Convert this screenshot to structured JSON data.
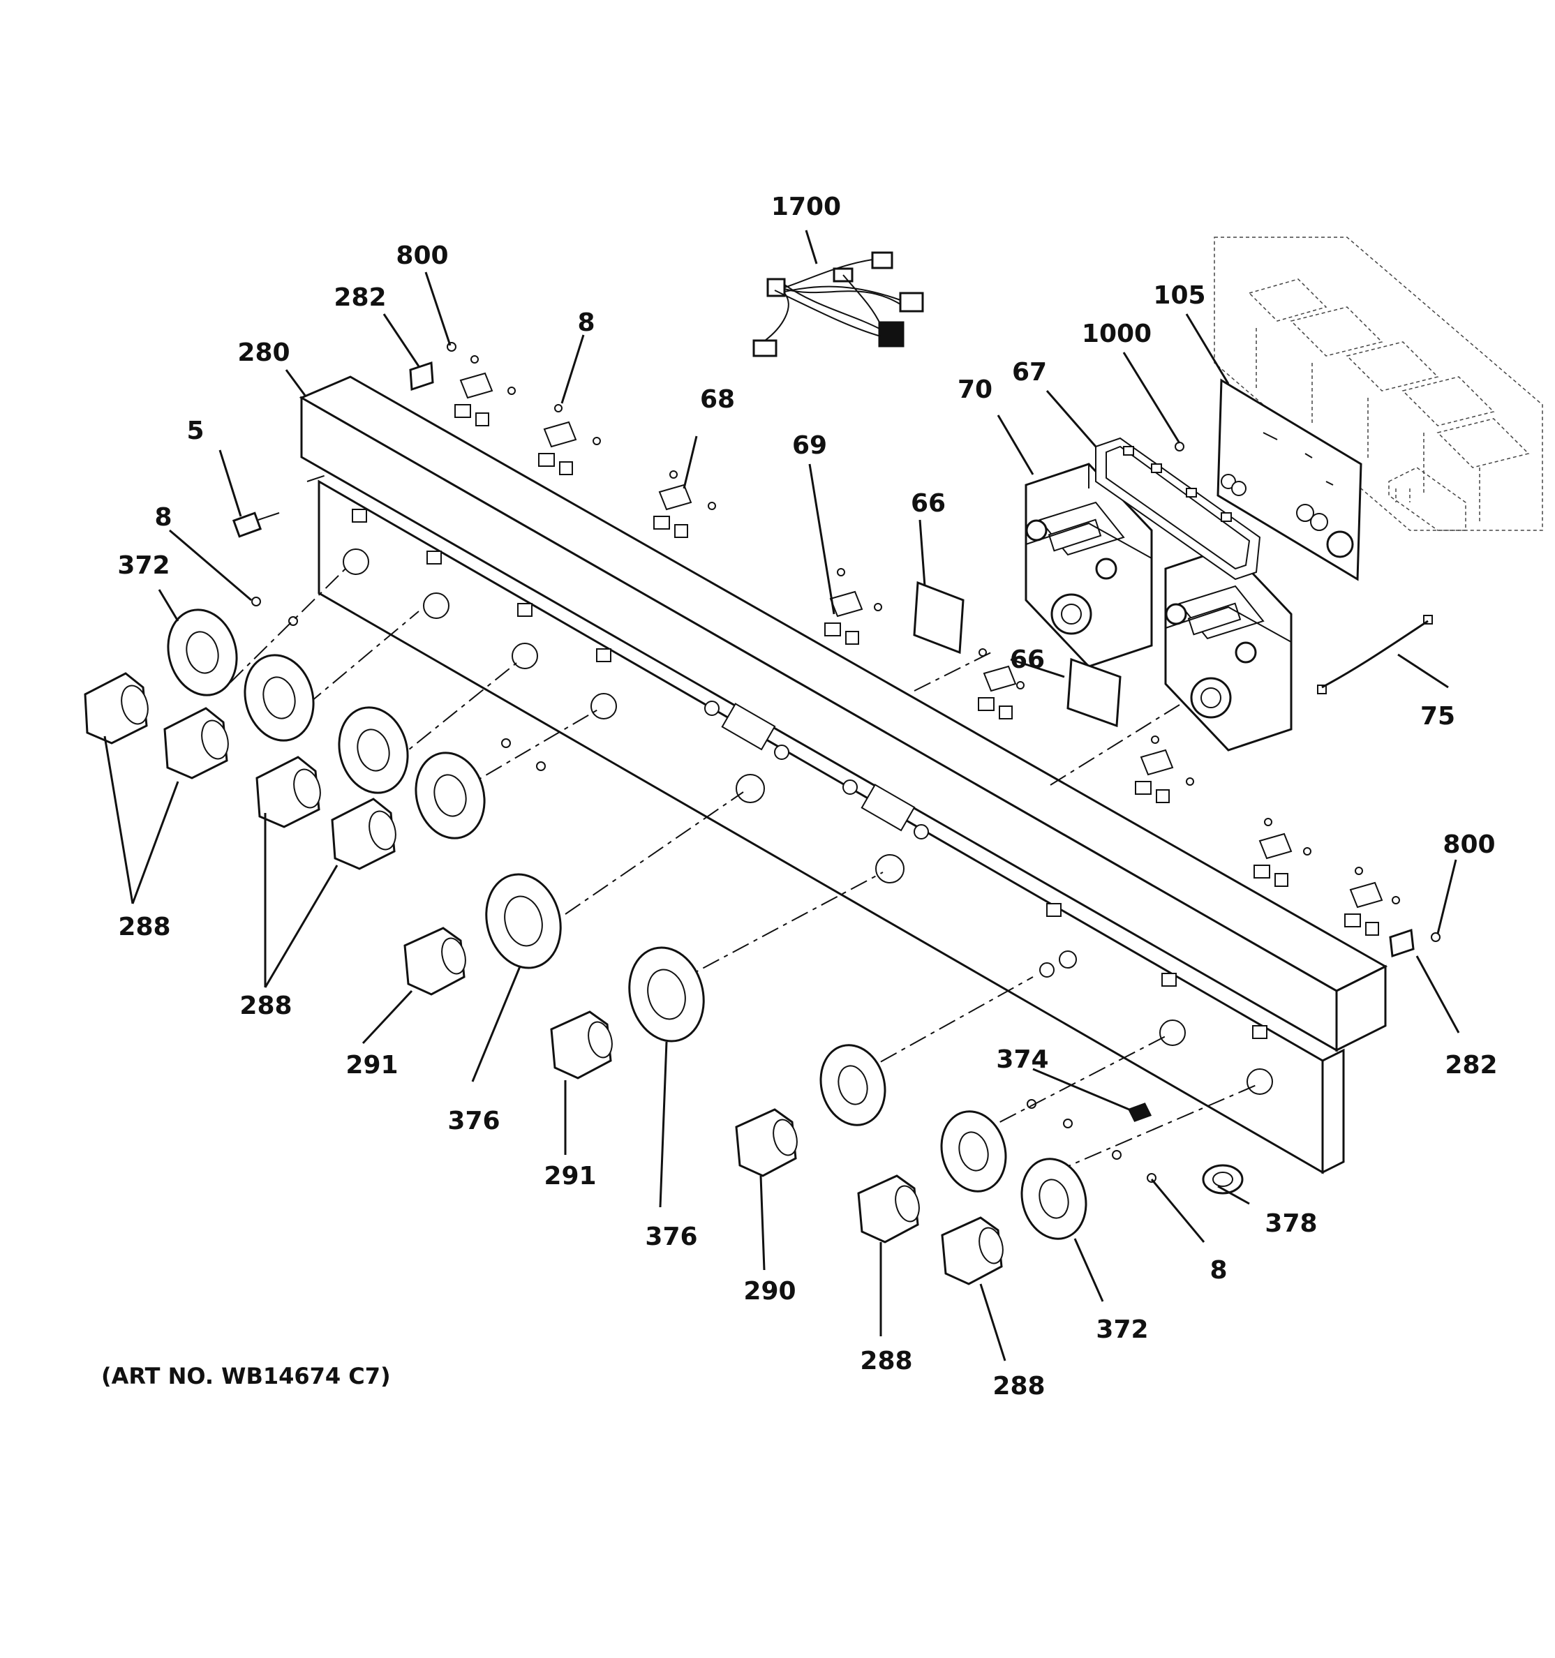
{
  "art_number": "(ART NO. WB14674 C7)",
  "callouts": [
    {
      "id": "c-1700",
      "label": "1700"
    },
    {
      "id": "c-800-top",
      "label": "800"
    },
    {
      "id": "c-282-top",
      "label": "282"
    },
    {
      "id": "c-8-top",
      "label": "8"
    },
    {
      "id": "c-280",
      "label": "280"
    },
    {
      "id": "c-68",
      "label": "68"
    },
    {
      "id": "c-105",
      "label": "105"
    },
    {
      "id": "c-1000",
      "label": "1000"
    },
    {
      "id": "c-67",
      "label": "67"
    },
    {
      "id": "c-70",
      "label": "70"
    },
    {
      "id": "c-5",
      "label": "5"
    },
    {
      "id": "c-69",
      "label": "69"
    },
    {
      "id": "c-66-a",
      "label": "66"
    },
    {
      "id": "c-8-left",
      "label": "8"
    },
    {
      "id": "c-372-left",
      "label": "372"
    },
    {
      "id": "c-66-b",
      "label": "66"
    },
    {
      "id": "c-75",
      "label": "75"
    },
    {
      "id": "c-800-right",
      "label": "800"
    },
    {
      "id": "c-288-a",
      "label": "288"
    },
    {
      "id": "c-288-b",
      "label": "288"
    },
    {
      "id": "c-282-right",
      "label": "282"
    },
    {
      "id": "c-374",
      "label": "374"
    },
    {
      "id": "c-291-a",
      "label": "291"
    },
    {
      "id": "c-376-a",
      "label": "376"
    },
    {
      "id": "c-291-b",
      "label": "291"
    },
    {
      "id": "c-378",
      "label": "378"
    },
    {
      "id": "c-8-right",
      "label": "8"
    },
    {
      "id": "c-376-b",
      "label": "376"
    },
    {
      "id": "c-290",
      "label": "290"
    },
    {
      "id": "c-372-right",
      "label": "372"
    },
    {
      "id": "c-288-c",
      "label": "288"
    },
    {
      "id": "c-288-d",
      "label": "288"
    }
  ]
}
